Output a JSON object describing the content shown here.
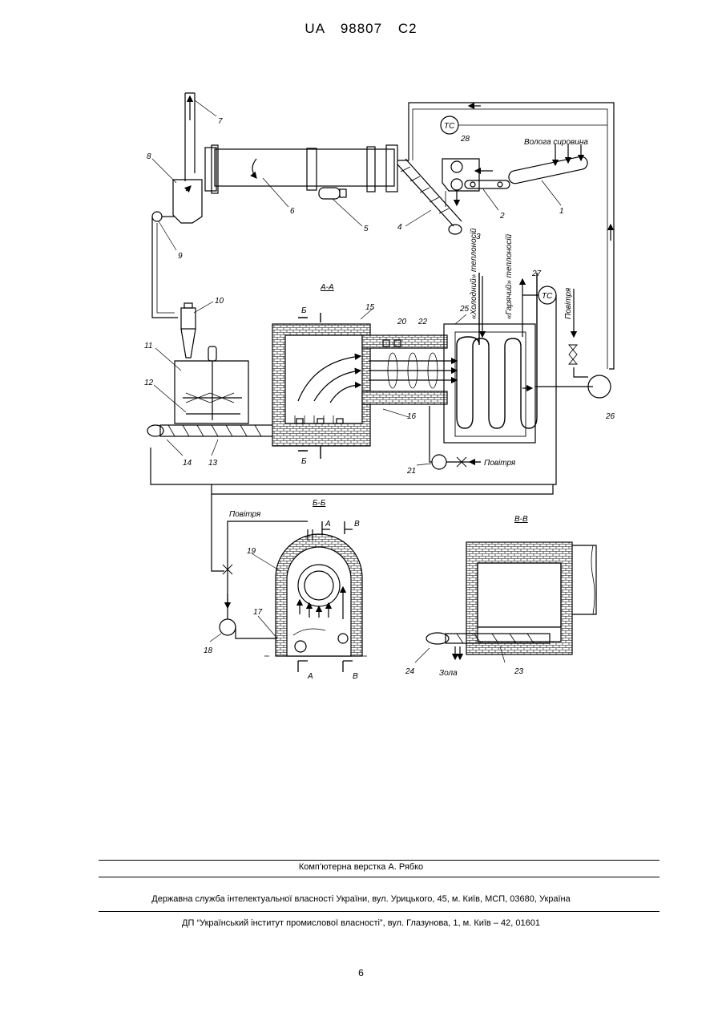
{
  "header": {
    "patent_id": "UA 98807 C2"
  },
  "figure": {
    "numbers": [
      "1",
      "2",
      "3",
      "4",
      "5",
      "6",
      "7",
      "8",
      "9",
      "10",
      "11",
      "12",
      "13",
      "14",
      "15",
      "16",
      "17",
      "18",
      "19",
      "20",
      "21",
      "22",
      "23",
      "24",
      "25",
      "26",
      "27",
      "28"
    ],
    "tc_label": "TC",
    "wet_raw": "Волога сировина",
    "air": "Повітря",
    "cold_carrier": "«Холодний» теплоносій",
    "hot_carrier": "«Гарячий» теплоносій",
    "ash": "Зола",
    "sections": {
      "aa": "А-А",
      "bb": "Б-Б",
      "vv": "В-В"
    },
    "cut_marks": {
      "a": "А",
      "b": "Б",
      "v": "В"
    }
  },
  "footer": {
    "layout": "Комп’ютерна верстка А. Рябко",
    "office": "Державна служба інтелектуальної власності України, вул. Урицького, 45, м. Київ, МСП, 03680, Україна",
    "institute": "ДП “Український інститут промислової власності”, вул. Глазунова, 1, м. Київ – 42, 01601",
    "page": "6"
  }
}
